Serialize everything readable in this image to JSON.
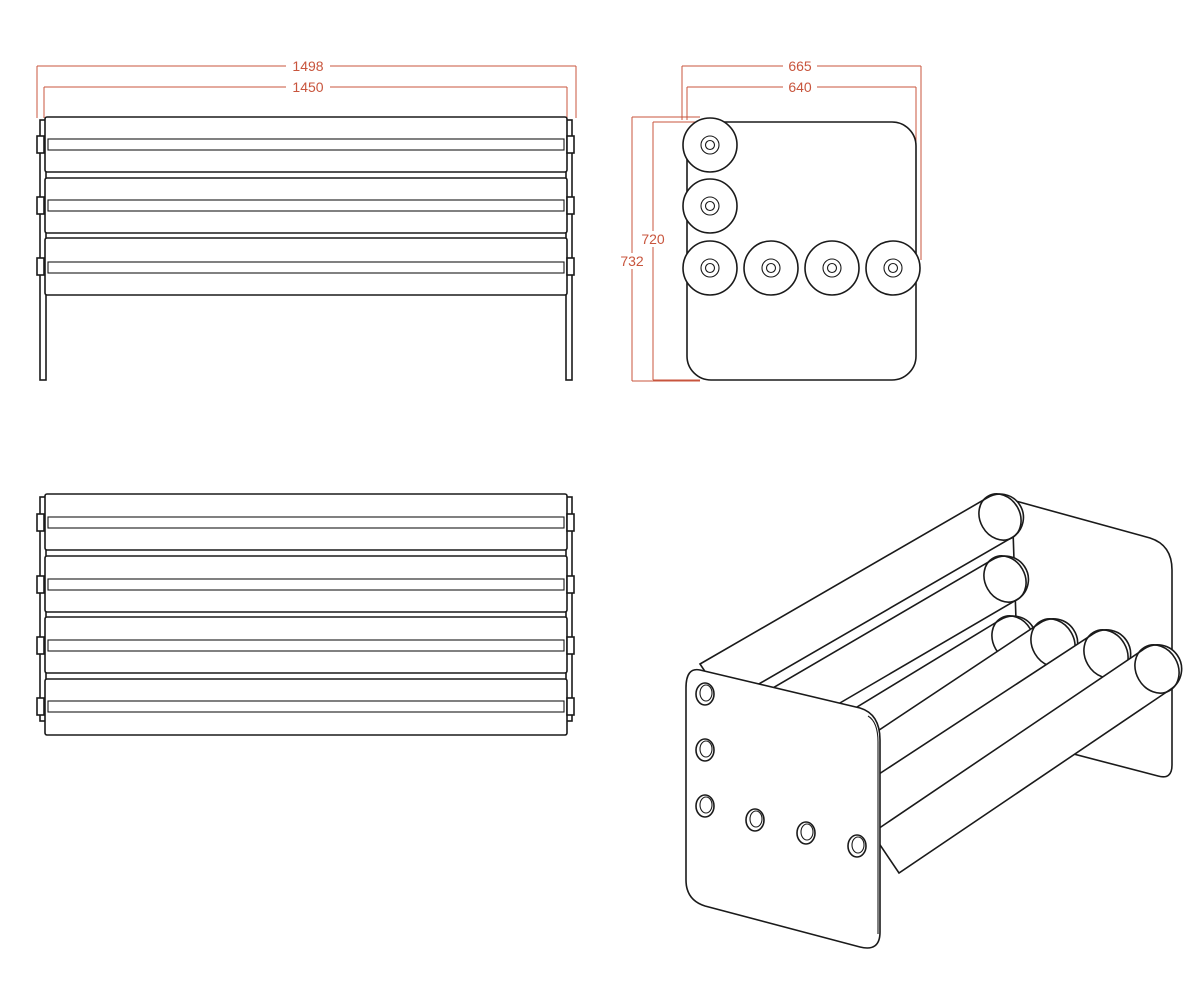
{
  "colors": {
    "line": "#1a1a1a",
    "dimension": "#c8553d",
    "background": "#ffffff"
  },
  "dimensions": {
    "front_overall_width": "1498",
    "front_inner_width": "1450",
    "side_overall_width": "665",
    "side_inner_width": "640",
    "side_inner_height": "720",
    "side_overall_height": "732"
  }
}
